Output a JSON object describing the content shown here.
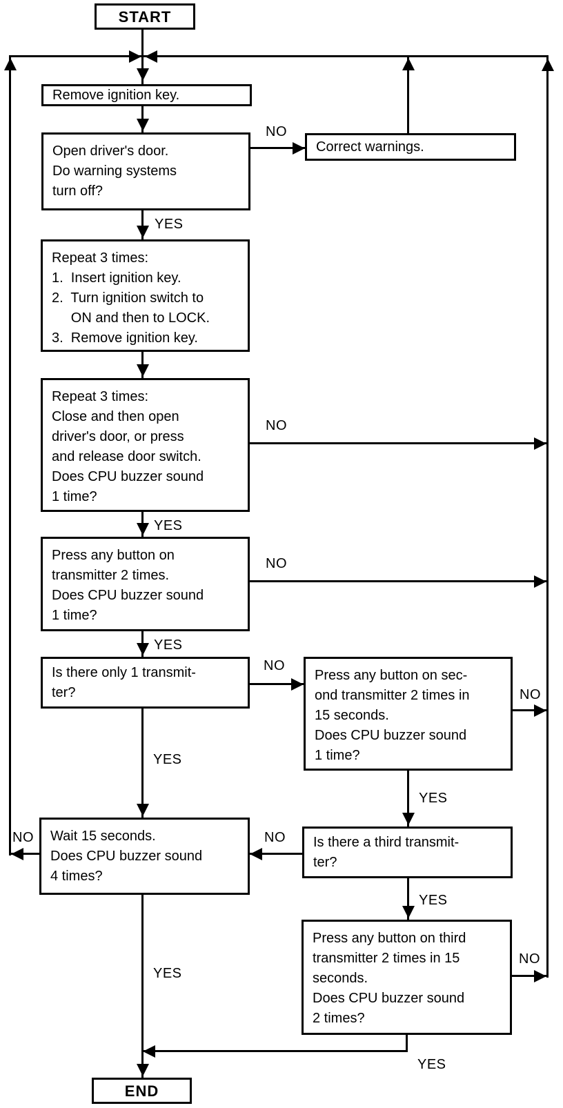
{
  "labels": {
    "yes": "YES",
    "no": "NO"
  },
  "terminals": {
    "start": "START",
    "end": "END"
  },
  "nodes": {
    "remove_key": "Remove ignition key.",
    "open_door": "Open driver's door.\nDo warning systems\nturn off?",
    "correct_warnings": "Correct warnings.",
    "repeat_ignition": "Repeat 3 times:\n1.  Insert ignition key.\n2.  Turn ignition switch to\n     ON and then to LOCK.\n3.  Remove ignition key.",
    "repeat_door": "Repeat 3 times:\nClose and then open\ndriver's door, or press\nand release door switch.\nDoes CPU buzzer sound\n1 time?",
    "press_transmitter": "Press any button on\ntransmitter 2 times.\nDoes CPU buzzer sound\n1 time?",
    "one_transmitter": "Is there only 1 transmit-\nter?",
    "second_transmitter": "Press any button on sec-\nond transmitter 2 times in\n15 seconds.\nDoes CPU buzzer sound\n1 time?",
    "wait_15": "Wait 15 seconds.\nDoes CPU buzzer sound\n4 times?",
    "third_transmitter": "Is there a third transmit-\nter?",
    "press_third": "Press any button on third\ntransmitter 2 times in 15\nseconds.\nDoes CPU buzzer sound\n2 times?"
  },
  "colors": {
    "ink": "#000000",
    "paper": "#ffffff"
  }
}
